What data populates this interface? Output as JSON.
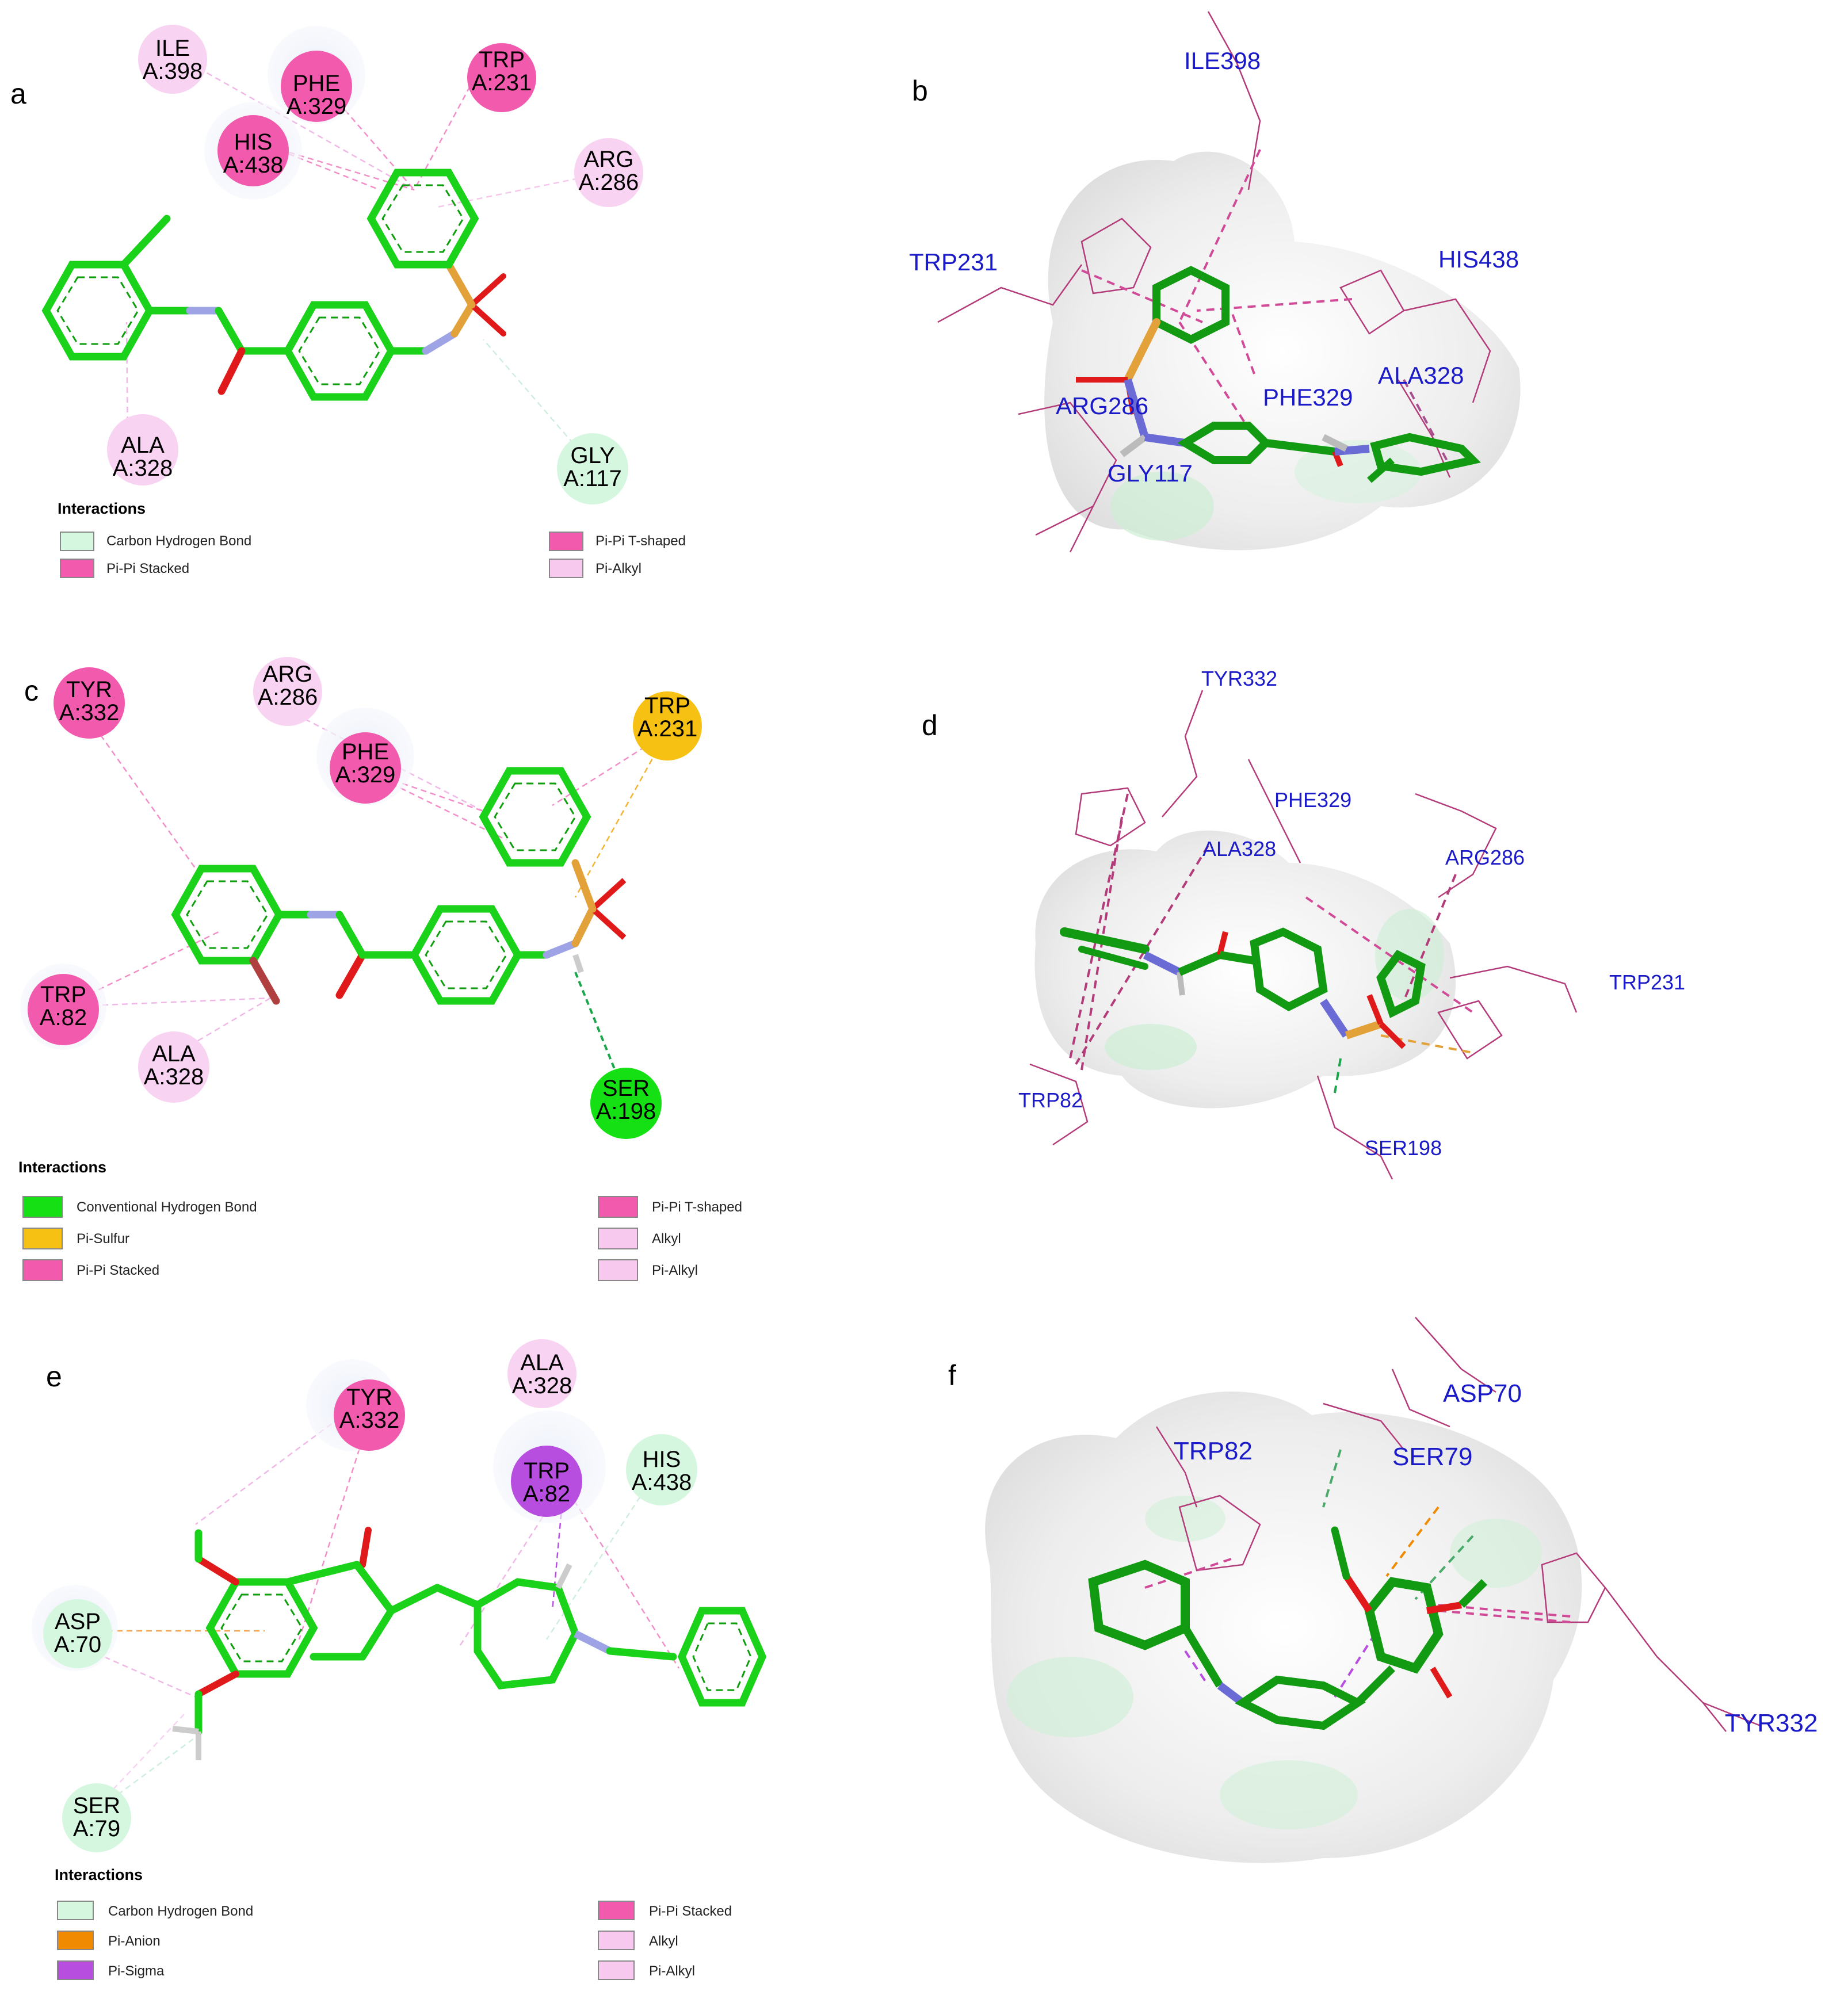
{
  "panels": {
    "a": {
      "letter": "a",
      "residues": [
        {
          "name": "ILE",
          "num": "A:398"
        },
        {
          "name": "PHE",
          "num": "A:329"
        },
        {
          "name": "TRP",
          "num": "A:231"
        },
        {
          "name": "HIS",
          "num": "A:438"
        },
        {
          "name": "ARG",
          "num": "A:286"
        },
        {
          "name": "ALA",
          "num": "A:328"
        },
        {
          "name": "GLY",
          "num": "A:117"
        }
      ],
      "legend": {
        "title": "Interactions",
        "items": [
          "Carbon Hydrogen Bond",
          "Pi-Pi Stacked",
          "Pi-Pi T-shaped",
          "Pi-Alkyl"
        ]
      }
    },
    "b": {
      "letter": "b",
      "labels": [
        "ILE398",
        "TRP231",
        "HIS438",
        "ALA328",
        "ARG286",
        "PHE329",
        "GLY117"
      ]
    },
    "c": {
      "letter": "c",
      "residues": [
        {
          "name": "TYR",
          "num": "A:332"
        },
        {
          "name": "ARG",
          "num": "A:286"
        },
        {
          "name": "PHE",
          "num": "A:329"
        },
        {
          "name": "TRP",
          "num": "A:231"
        },
        {
          "name": "TRP",
          "num": "A:82"
        },
        {
          "name": "ALA",
          "num": "A:328"
        },
        {
          "name": "SER",
          "num": "A:198"
        }
      ],
      "legend": {
        "title": "Interactions",
        "items": [
          "Conventional Hydrogen Bond",
          "Pi-Sulfur",
          "Pi-Pi Stacked",
          "Pi-Pi T-shaped",
          "Alkyl",
          "Pi-Alkyl"
        ]
      }
    },
    "d": {
      "letter": "d",
      "labels": [
        "TYR332",
        "PHE329",
        "ALA328",
        "ARG286",
        "TRP231",
        "TRP82",
        "SER198"
      ]
    },
    "e": {
      "letter": "e",
      "residues": [
        {
          "name": "TYR",
          "num": "A:332"
        },
        {
          "name": "ALA",
          "num": "A:328"
        },
        {
          "name": "TRP",
          "num": "A:82"
        },
        {
          "name": "HIS",
          "num": "A:438"
        },
        {
          "name": "ASP",
          "num": "A:70"
        },
        {
          "name": "SER",
          "num": "A:79"
        }
      ],
      "legend": {
        "title": "Interactions",
        "items": [
          "Carbon Hydrogen Bond",
          "Pi-Anion",
          "Pi-Sigma",
          "Pi-Pi Stacked",
          "Alkyl",
          "Pi-Alkyl"
        ]
      }
    },
    "f": {
      "letter": "f",
      "labels": [
        "ASP70",
        "TRP82",
        "SER79",
        "TYR332"
      ]
    }
  },
  "colors": {
    "ligand": "#19d219",
    "carbon_hydrogen_bond": "#d6f7df",
    "conventional_hydrogen_bond": "#14e014",
    "pi_pi_stacked": "#f25aae",
    "pi_pi_tshaped": "#f25aae",
    "pi_alkyl": "#f8c9ee",
    "alkyl": "#f8c9ee",
    "pi_sulfur": "#f6c112",
    "pi_anion": "#f08a00",
    "pi_sigma": "#b84ee0",
    "residue_3d": "#1a1ac8"
  }
}
